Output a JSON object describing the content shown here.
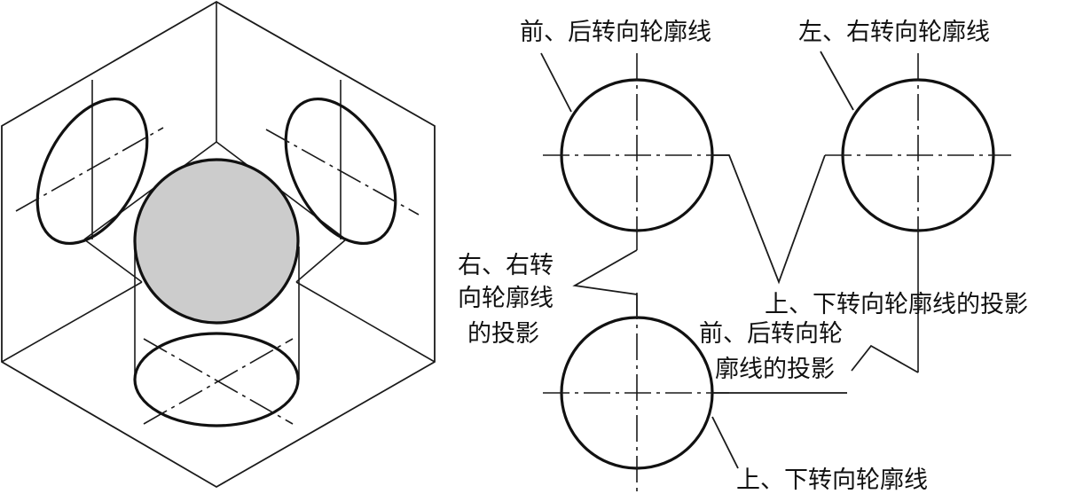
{
  "labels": {
    "front_back_contour": "前、后转向轮廓线",
    "left_right_contour": "左、右转向轮廓线",
    "left_right_projection": [
      "右、右转",
      "向轮廓线",
      "的投影"
    ],
    "top_bottom_projection": "上、下转向轮廓线的投影",
    "front_back_projection": [
      "前、后转向轮",
      "廓线的投影"
    ],
    "top_bottom_contour": "上、下转向轮廓线"
  },
  "colors": {
    "line": "#1a1a1a",
    "sphere_fill": "#cccccc",
    "background": "#ffffff"
  }
}
